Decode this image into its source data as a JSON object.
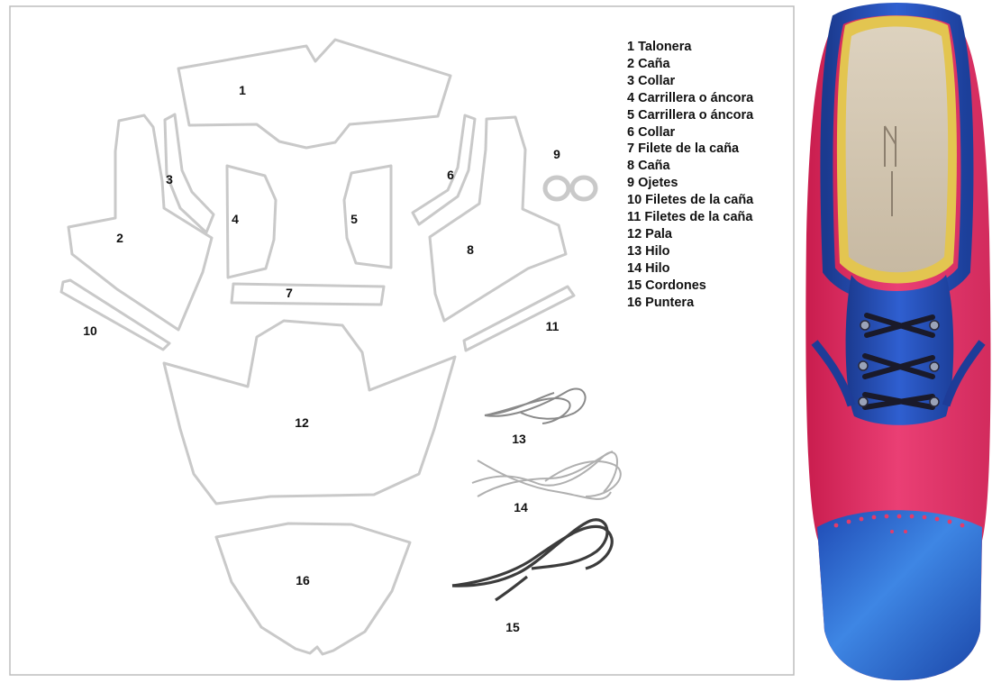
{
  "pieces": [
    {
      "number": "1",
      "name": "Talonera"
    },
    {
      "number": "2",
      "name": "Caña"
    },
    {
      "number": "3",
      "name": "Collar"
    },
    {
      "number": "4",
      "name": "Carrillera o áncora"
    },
    {
      "number": "5",
      "name": "Carrillera o áncora"
    },
    {
      "number": "6",
      "name": "Collar"
    },
    {
      "number": "7",
      "name": "Filete de la caña"
    },
    {
      "number": "8",
      "name": "Caña"
    },
    {
      "number": "9",
      "name": "Ojetes"
    },
    {
      "number": "10",
      "name": "Filetes de la caña"
    },
    {
      "number": "11",
      "name": "Filetes de la caña"
    },
    {
      "number": "12",
      "name": "Pala"
    },
    {
      "number": "13",
      "name": "Hilo"
    },
    {
      "number": "14",
      "name": "Hilo"
    },
    {
      "number": "15",
      "name": "Cordones"
    },
    {
      "number": "16",
      "name": "Puntera"
    }
  ],
  "legend": [
    "1 Talonera",
    "2 Caña",
    "3 Collar",
    "4 Carrillera o áncora",
    "5 Carrillera o áncora",
    "6 Collar",
    "7 Filete de la caña",
    "8 Caña",
    "9 Ojetes",
    "10 Filetes de la caña",
    "11 Filetes de la caña",
    "12 Pala",
    "13 Hilo",
    "14 Hilo",
    "15 Cordones",
    "16 Puntera"
  ],
  "colors": {
    "outline": "#c9c9c9",
    "upper_pink": "#e8386e",
    "trim_blue": "#2348a8",
    "lining_yellow": "#e3c550"
  },
  "photo": {
    "subject": "shoe-icon"
  }
}
